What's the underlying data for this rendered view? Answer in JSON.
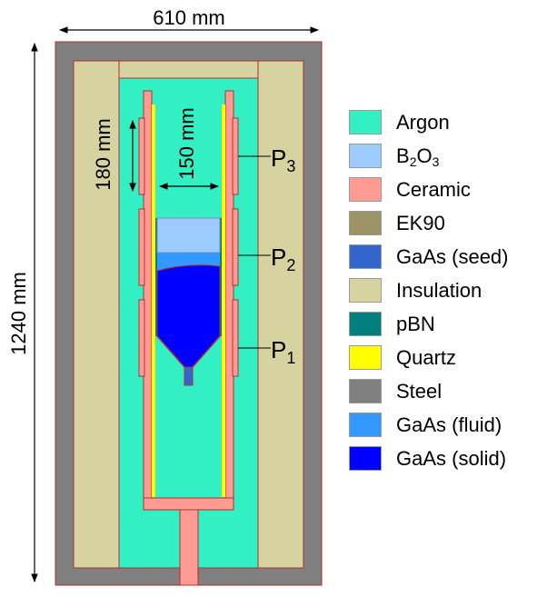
{
  "dimensions": {
    "width_label": "610 mm",
    "height_label": "1240 mm",
    "zone_label": "180 mm",
    "inner_label": "150 mm"
  },
  "points": [
    {
      "letter": "P",
      "sub": "3"
    },
    {
      "letter": "P",
      "sub": "2"
    },
    {
      "letter": "P",
      "sub": "1"
    }
  ],
  "legend": [
    {
      "label": "Argon",
      "color": "#33f0c4"
    },
    {
      "pre": "B",
      "sub1": "2",
      "mid": "O",
      "sub2": "3",
      "color": "#9ecbff"
    },
    {
      "label": "Ceramic",
      "color": "#ff9b93"
    },
    {
      "label": "EK90",
      "color": "#9c9466"
    },
    {
      "label": "GaAs (seed)",
      "color": "#3366cc"
    },
    {
      "label": "Insulation",
      "color": "#d6d3a0"
    },
    {
      "label": "pBN",
      "color": "#007f7f"
    },
    {
      "label": "Quartz",
      "color": "#ffff00"
    },
    {
      "label": "Steel",
      "color": "#808080"
    },
    {
      "label": "GaAs (fluid)",
      "color": "#3399ff"
    },
    {
      "label": "GaAs (solid)",
      "color": "#0000ff"
    }
  ]
}
